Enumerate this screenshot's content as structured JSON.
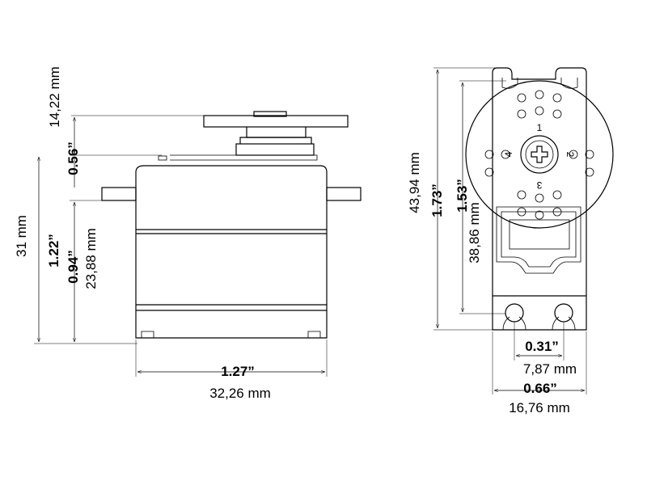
{
  "side_view": {
    "horn_height_mm": "14,22 mm",
    "horn_height_in": "0.56”",
    "total_height_mm": "31 mm",
    "total_height_in": "1.22”",
    "body_height_in": "0.94”",
    "body_height_mm": "23,88 mm",
    "width_in": "1.27”",
    "width_mm": "32,26 mm"
  },
  "front_view": {
    "total_length_mm": "43,94 mm",
    "total_length_in": "1.73”",
    "hole_span_in": "1.53”",
    "hole_span_mm": "38,86 mm",
    "slot_spacing_in": "0.31”",
    "slot_spacing_mm": "7,87 mm",
    "width_in": "0.66”",
    "width_mm": "16,76 mm",
    "horn_numbers": [
      "1",
      "2",
      "3",
      "4"
    ]
  }
}
